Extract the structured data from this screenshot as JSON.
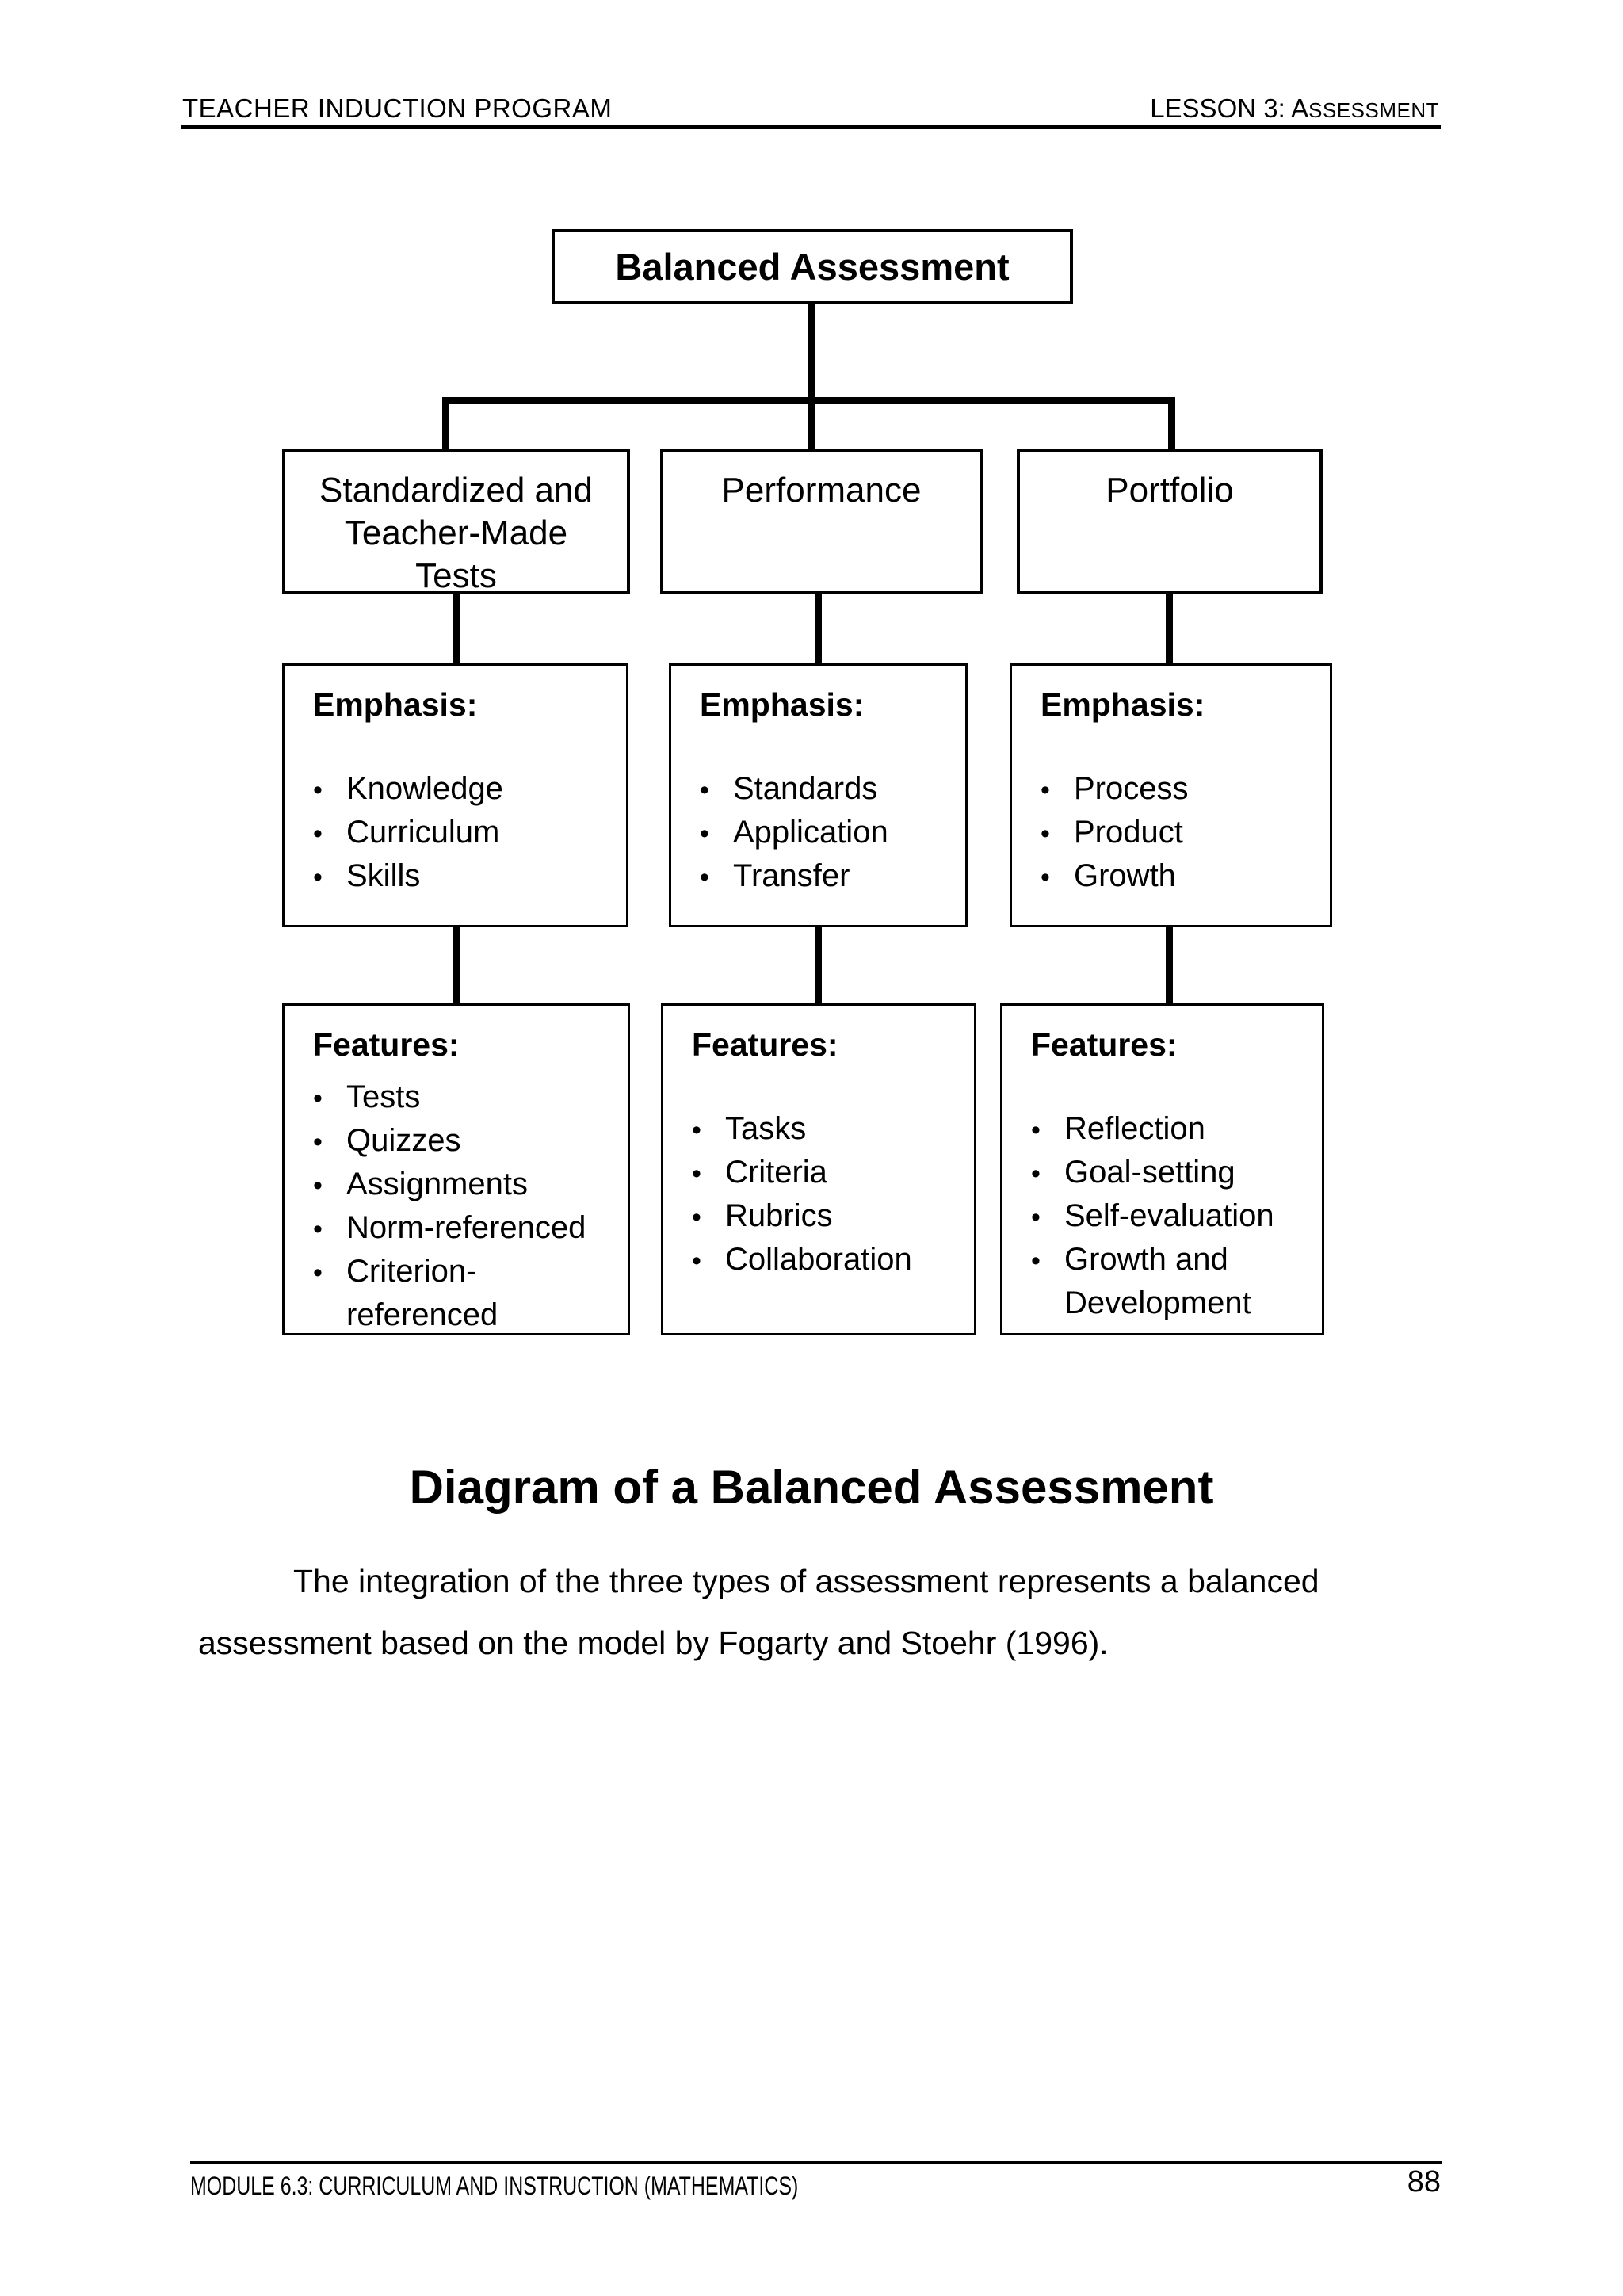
{
  "header": {
    "left": "TEACHER INDUCTION PROGRAM",
    "right_start": "LESSON 3: A",
    "right_small_caps": "SSESSMENT"
  },
  "diagram": {
    "root_label": "Balanced Assessment",
    "columns": [
      {
        "type_label": "Standardized and Teacher-Made Tests",
        "emphasis_heading": "Emphasis:",
        "emphasis_items": [
          "Knowledge",
          "Curriculum",
          "Skills"
        ],
        "features_heading": "Features:",
        "features_items": [
          "Tests",
          "Quizzes",
          "Assignments",
          "Norm-referenced",
          "Criterion-referenced"
        ]
      },
      {
        "type_label": "Performance",
        "emphasis_heading": "Emphasis:",
        "emphasis_items": [
          "Standards",
          "Application",
          "Transfer"
        ],
        "features_heading": "Features:",
        "features_items": [
          "Tasks",
          "Criteria",
          "Rubrics",
          "Collaboration"
        ]
      },
      {
        "type_label": "Portfolio",
        "emphasis_heading": "Emphasis:",
        "emphasis_items": [
          "Process",
          "Product",
          "Growth"
        ],
        "features_heading": "Features:",
        "features_items": [
          "Reflection",
          "Goal-setting",
          "Self-evaluation",
          "Growth and Development"
        ]
      }
    ]
  },
  "caption": {
    "title": "Diagram of a Balanced Assessment"
  },
  "body": {
    "paragraph": "The integration of the three types of assessment represents a balanced assessment based on the model by Fogarty and Stoehr (1996)."
  },
  "footer": {
    "left": "MODULE 6.3: CURRICULUM AND INSTRUCTION (MATHEMATICS)",
    "page_number": "88"
  }
}
